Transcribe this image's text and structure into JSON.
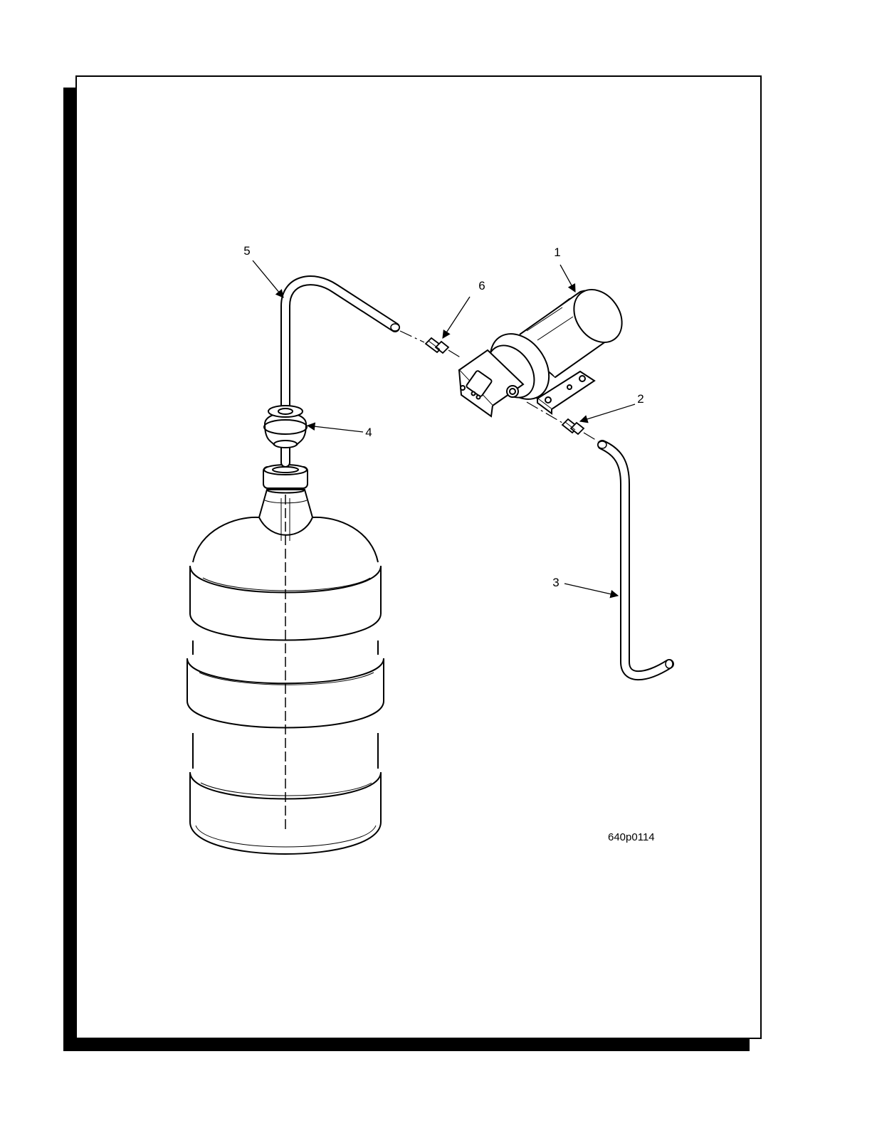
{
  "figure": {
    "callouts": {
      "c1": "1",
      "c2": "2",
      "c3": "3",
      "c4": "4",
      "c5": "5",
      "c6": "6"
    },
    "figure_code": "640p0114"
  }
}
